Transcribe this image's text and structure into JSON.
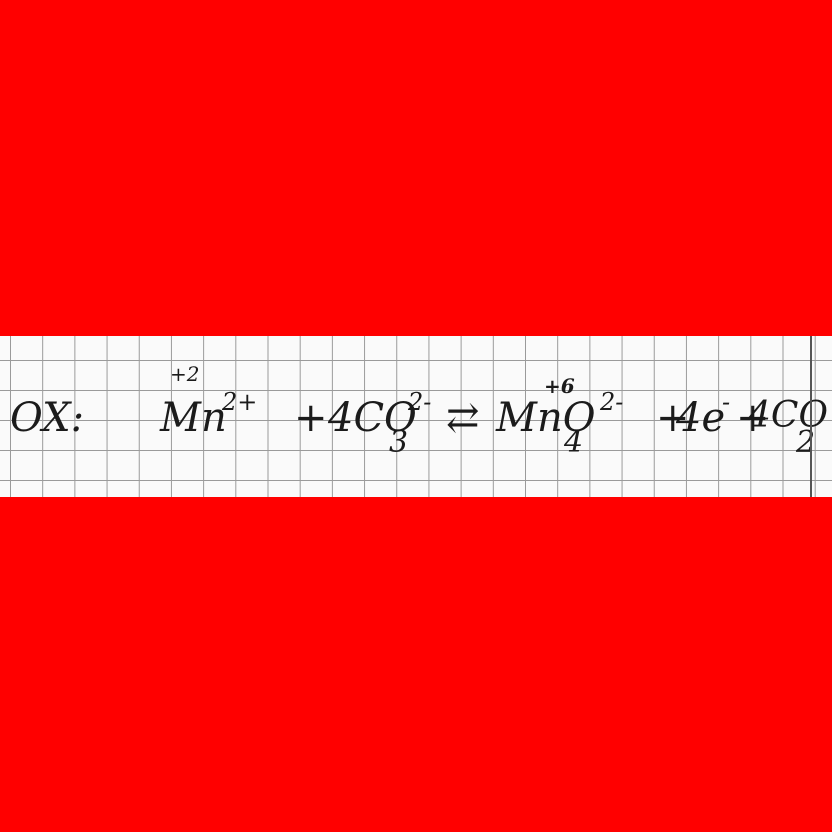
{
  "colors": {
    "band": "#ff0000",
    "paper": "#fafafa",
    "grid": "#9a9a9a",
    "ink": "#1b1b1b"
  },
  "equation": {
    "label": "OX:",
    "reactant_charge_label": "+2",
    "reactant_symbol": "Mn",
    "reactant_charge": "2+",
    "plus_1": "+",
    "ion_coefficient_symbol": "4CO",
    "ion_subscript": "3",
    "ion_charge": "2-",
    "arrow": "⇄",
    "product_oxidation_label": "+6",
    "product_symbol": "MnO",
    "product_subscript": "4",
    "product_charge": "2-",
    "plus_2": "+",
    "electrons": "4e",
    "electrons_charge": "-",
    "plus_3": "+",
    "gas": "4CO",
    "gas_subscript": "2"
  }
}
